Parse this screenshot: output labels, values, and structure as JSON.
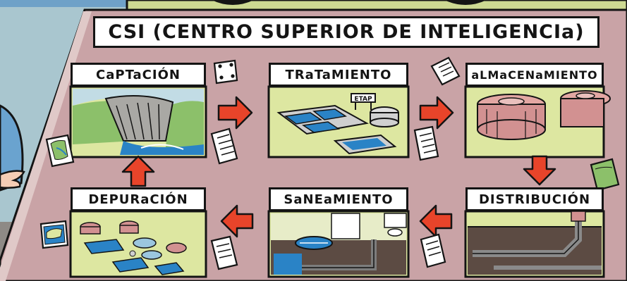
{
  "title": "CSI (CENTRO SUPERIOR DE INTELIGENCIa)",
  "steps": [
    {
      "label": "CaPTaCIÓN"
    },
    {
      "label": "TRaTaMIENTO"
    },
    {
      "label": "aLMaCENaMIENTO"
    },
    {
      "label": "DISTRIBUCIÓN"
    },
    {
      "label": "SaNEaMIENTO"
    },
    {
      "label": "DEPURaCIÓN"
    }
  ],
  "sign_text": "ETAP",
  "colors": {
    "board": "#c9a3a6",
    "sky": "#a9c6cf",
    "arrow": "#e8442a",
    "panel_green": "#dde7a1",
    "water": "#2a83c6",
    "tank": "#d29191"
  }
}
